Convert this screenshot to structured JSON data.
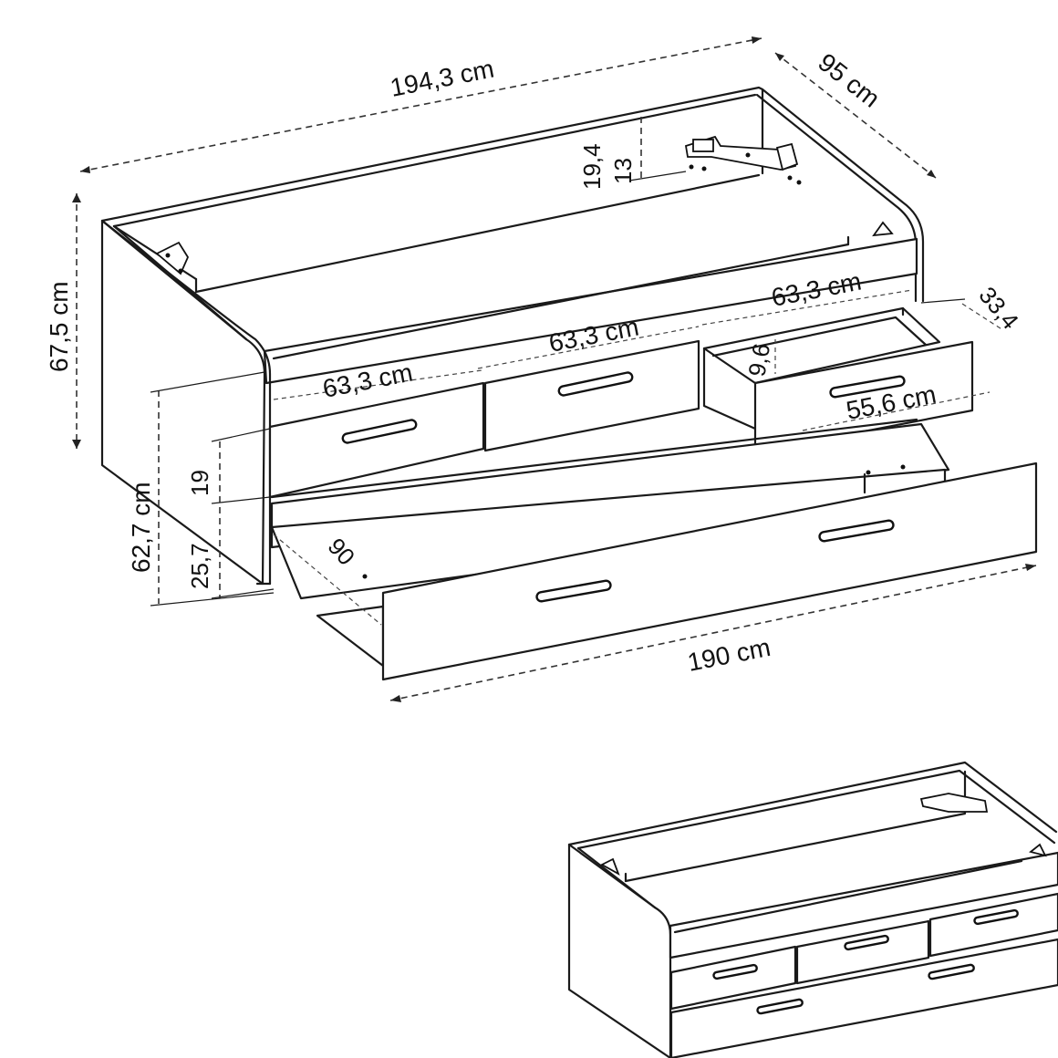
{
  "dimensions": {
    "total_length": "194,3 cm",
    "depth": "95 cm",
    "total_height": "67,5 cm",
    "front_height": "62,7 cm",
    "drawer_width_1": "63,3 cm",
    "drawer_width_2": "63,3 cm",
    "drawer_width_3": "63,3 cm",
    "drawer_inner_width": "55,6 cm",
    "drawer_depth": "33,4",
    "drawer_height": "9,6",
    "bracket_height_outer": "19,4",
    "bracket_height_inner": "13",
    "lower_gap": "19",
    "lower_height": "25,7",
    "trundle_depth": "90",
    "trundle_length": "190 cm"
  }
}
